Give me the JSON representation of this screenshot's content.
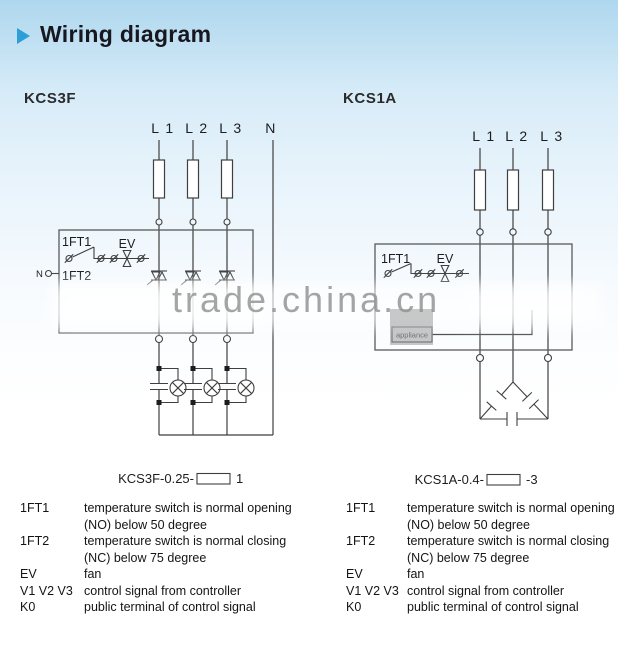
{
  "header": {
    "title": "Wiring diagram",
    "bullet_icon": "right-triangle-icon",
    "accent_color": "#2d9ed8"
  },
  "watermark": {
    "text": "trade.china.cn",
    "color": "#8f8f8f"
  },
  "diagrams": {
    "left": {
      "name": "KCS3F",
      "phase_labels": [
        "L 1",
        "L 2",
        "L 3"
      ],
      "neutral_label": "N",
      "labels": {
        "ft1": "1FT1",
        "ev": "EV",
        "ft2": "1FT2",
        "n_terminal": "N"
      },
      "model": {
        "prefix": "KCS3F-0.25-",
        "suffix": "1"
      }
    },
    "right": {
      "name": "KCS1A",
      "phase_labels": [
        "L 1",
        "L 2",
        "L 3"
      ],
      "labels": {
        "ft1": "1FT1",
        "ev": "EV",
        "appliance": "appliance"
      },
      "model": {
        "prefix": "KCS1A-0.4-",
        "suffix": "-3"
      }
    }
  },
  "legend": {
    "items": [
      {
        "term": "1FT1",
        "desc": "temperature switch is normal opening\n(NO) below 50 degree"
      },
      {
        "term": "1FT2",
        "desc": "temperature switch is normal closing\n(NC) below 75 degree"
      },
      {
        "term": "EV",
        "desc": "fan"
      },
      {
        "term": "V1 V2 V3",
        "desc": "control signal from controller"
      },
      {
        "term": "K0",
        "desc": "public terminal of control signal"
      }
    ]
  },
  "colors": {
    "line": "#3f3f3f",
    "text": "#1d1d1d",
    "background_top": "#aed7ee"
  }
}
